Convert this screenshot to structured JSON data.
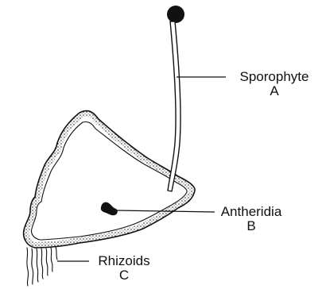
{
  "labels": {
    "sporophyte": {
      "name": "Sporophyte",
      "letter": "A"
    },
    "antheridia": {
      "name": "Antheridia",
      "letter": "B"
    },
    "rhizoids": {
      "name": "Rhizoids",
      "letter": "C"
    }
  },
  "colors": {
    "ink": "#111111",
    "background": "#ffffff"
  }
}
